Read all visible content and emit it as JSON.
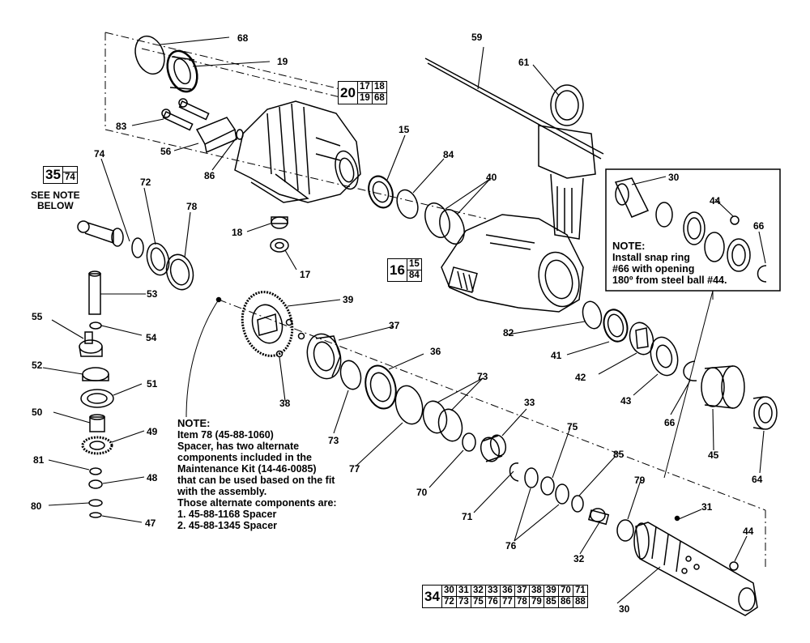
{
  "callouts": {
    "c68": "68",
    "c19": "19",
    "c59": "59",
    "c61": "61",
    "c83": "83",
    "c56": "56",
    "c86": "86",
    "c15": "15",
    "c84": "84",
    "c40": "40",
    "c74": "74",
    "c72": "72",
    "c78": "78",
    "c18": "18",
    "c17": "17",
    "c30a": "30",
    "c44a": "44",
    "c66a": "66",
    "c53": "53",
    "c39": "39",
    "c55": "55",
    "c54": "54",
    "c37": "37",
    "c82": "82",
    "c41": "41",
    "c42": "42",
    "c52": "52",
    "c36": "36",
    "c51": "51",
    "c38": "38",
    "c73a": "73",
    "c73b": "73",
    "c43": "43",
    "c66b": "66",
    "c45": "45",
    "c33": "33",
    "c50": "50",
    "c49": "49",
    "c77": "77",
    "c70": "70",
    "c75": "75",
    "c85": "85",
    "c64": "64",
    "c81": "81",
    "c48": "48",
    "c71": "71",
    "c79": "79",
    "c80": "80",
    "c47": "47",
    "c76": "76",
    "c31": "31",
    "c32": "32",
    "c44b": "44",
    "c30b": "30"
  },
  "group_box_20": {
    "main": "20",
    "cells": [
      [
        "17",
        "18"
      ],
      [
        "19",
        "68"
      ]
    ]
  },
  "group_box_35": {
    "main": "35",
    "cells": [
      [
        "74"
      ]
    ]
  },
  "group_box_16": {
    "main": "16",
    "cells": [
      [
        "15"
      ],
      [
        "84"
      ]
    ]
  },
  "group_box_34": {
    "main": "34",
    "cells": [
      [
        "30",
        "31",
        "32",
        "33",
        "36",
        "37",
        "38",
        "39",
        "70",
        "71"
      ],
      [
        "72",
        "73",
        "75",
        "76",
        "77",
        "78",
        "79",
        "85",
        "86",
        "88"
      ]
    ]
  },
  "see_note": {
    "line1": "SEE NOTE",
    "line2": "BELOW"
  },
  "note_right": {
    "title": "NOTE:",
    "lines": [
      "Install snap ring",
      "#66 with opening",
      "180º from steel ball #44."
    ]
  },
  "note_bottom": {
    "title": "NOTE:",
    "lines": [
      "Item 78 (45-88-1060)",
      "Spacer, has two alternate",
      "components included in the",
      "Maintenance Kit (14-46-0085)",
      "that can be used based on the fit",
      "with the assembly.",
      "Those alternate components are:",
      "1. 45-88-1168 Spacer",
      "2. 45-88-1345 Spacer"
    ]
  }
}
